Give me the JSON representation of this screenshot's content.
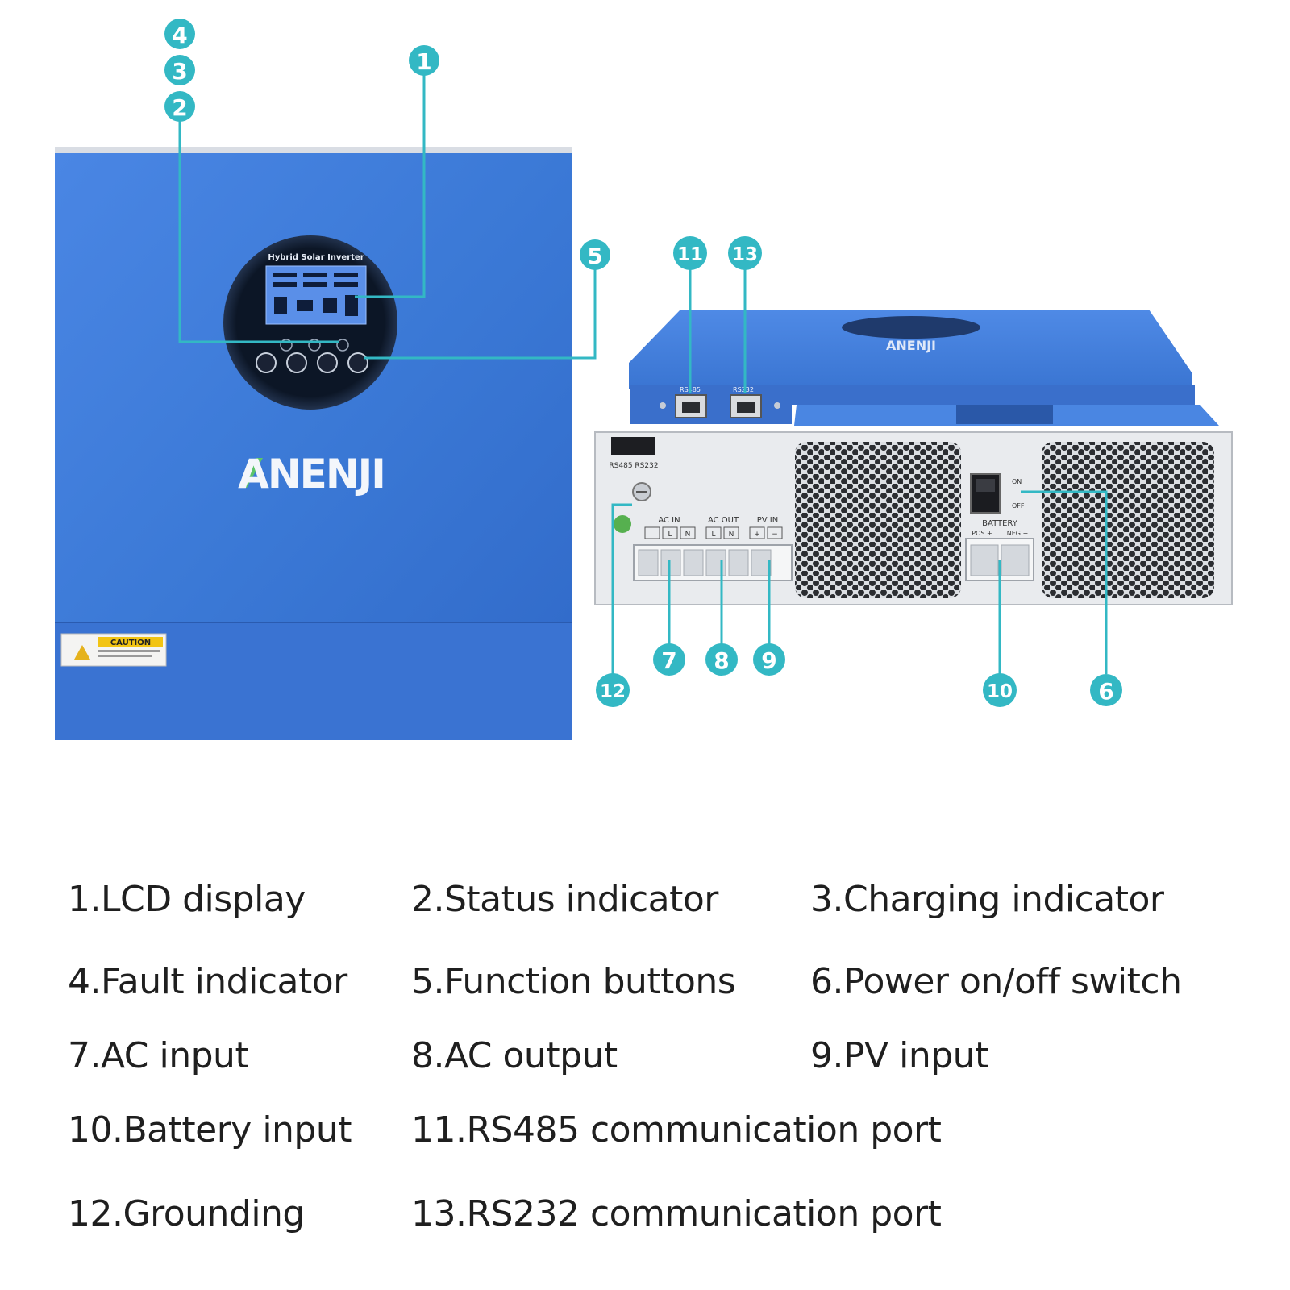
{
  "front_panel": {
    "display_title": "Hybrid Solar Inverter",
    "brand": "ANENJI",
    "caution_label": "CAUTION"
  },
  "rear_panel": {
    "top_brand": "ANENJI",
    "port_rs485": "RS485",
    "port_rs232": "RS232",
    "slot_label": "RS485 RS232",
    "ac_in_label": "AC IN",
    "ac_out_label": "AC OUT",
    "pv_in_label": "PV IN",
    "terminal_l": "L",
    "terminal_n": "N",
    "terminal_plus": "+",
    "terminal_minus": "−",
    "switch_on": "ON",
    "switch_off": "OFF",
    "battery_label": "BATTERY",
    "battery_pos": "POS +",
    "battery_neg": "NEG −"
  },
  "callouts": {
    "c1": "1",
    "c2": "2",
    "c3": "3",
    "c4": "4",
    "c5": "5",
    "c6": "6",
    "c7": "7",
    "c8": "8",
    "c9": "9",
    "c10": "10",
    "c11": "11",
    "c12": "12",
    "c13": "13"
  },
  "callout_color": "#33b8c4",
  "body_color": "#3f7fdc",
  "legend": {
    "items": [
      "1.LCD display",
      "2.Status indicator",
      "3.Charging indicator",
      "4.Fault indicator",
      "5.Function buttons",
      "6.Power on/off switch",
      "7.AC input",
      "8.AC output",
      "9.PV input",
      "10.Battery input",
      "11.RS485 communication port",
      "12.Grounding",
      "13.RS232 communication port"
    ]
  }
}
